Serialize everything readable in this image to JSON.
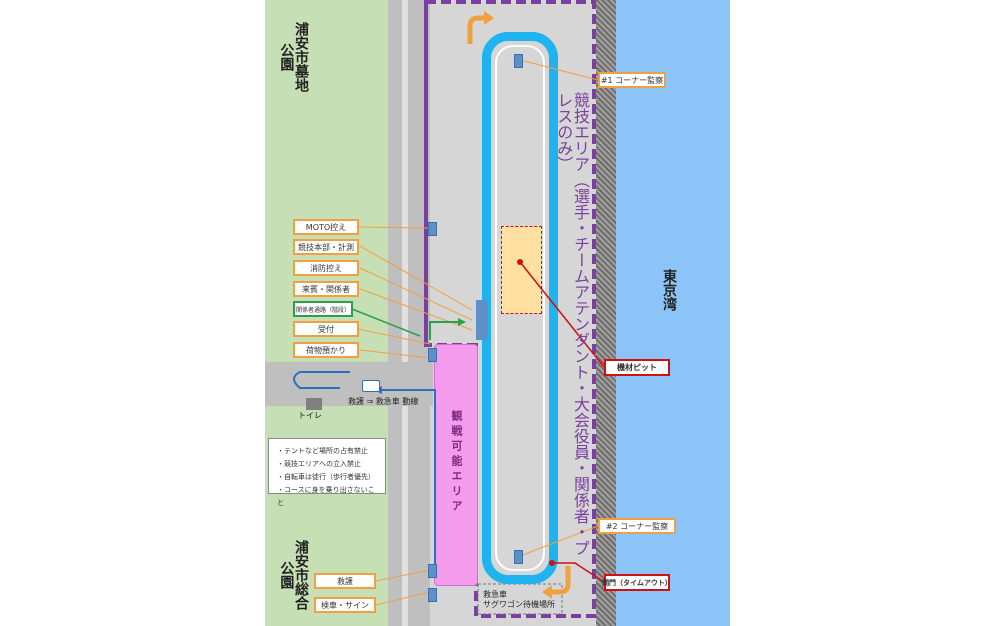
{
  "places": {
    "cemetery_park": "浦安市墓地公園",
    "sports_park": "浦安市総合公園",
    "tokyo_bay": "東京湾"
  },
  "areas": {
    "competition": "競技エリア（選手・チームアテンダント・大会役員・関係者・プレスのみ）",
    "spectator": "観戦可能エリア",
    "ambulance": "救急車\nサグワゴン待機場所"
  },
  "labels": {
    "corner1": "#1 コーナー監察",
    "corner2": "#2 コーナー監察",
    "moto": "MOTO控え",
    "hq": "競技本部・計測",
    "fire": "消防控え",
    "guests": "来賓・関係者",
    "passage": "関係者通路（階段）",
    "reception": "受付",
    "baggage": "荷物預かり",
    "toilet": "トイレ",
    "rescue_route": "救護 ⇒ 救急車 動線",
    "pit": "機材ピット",
    "gate": "関門（タイムアウト）",
    "first_aid": "救護",
    "inspection": "検車・サイン"
  },
  "notes": [
    "・テントなど場所の占有禁止",
    "・競技エリアへの立入禁止",
    "・自転車は徒行（歩行者優先）",
    "・コースに身を乗り出さないこと"
  ],
  "colors": {
    "park": "#c6dfb4",
    "road": "#bfbfbf",
    "sea": "#8cc4f7",
    "track": "#1fb4f0",
    "area_border": "#7a3fa0",
    "spectator": "#f59bee",
    "callout_orange": "#f0a040",
    "callout_red": "#d01010",
    "passage_green": "#2aa04a"
  }
}
